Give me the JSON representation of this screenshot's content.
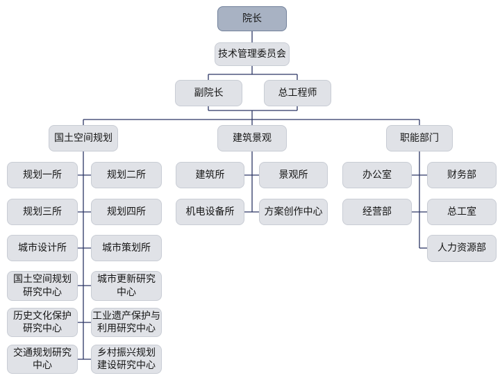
{
  "org": {
    "root": {
      "label": "院长"
    },
    "committee": {
      "label": "技术管理委员会"
    },
    "deputies": [
      "副院长",
      "总工程师"
    ],
    "branches": [
      {
        "label": "国土空间规划",
        "children": [
          "规划一所",
          "规划二所",
          "规划三所",
          "规划四所",
          "城市设计所",
          "城市策划所",
          "国土空间规划\n研究中心",
          "城市更新研究\n中心",
          "历史文化保护\n研究中心",
          "工业遗产保护与\n利用研究中心",
          "交通规划研究\n中心",
          "乡村振兴规划\n建设研究中心"
        ]
      },
      {
        "label": "建筑景观",
        "children": [
          "建筑所",
          "景观所",
          "机电设备所",
          "方案创作中心"
        ]
      },
      {
        "label": "职能部门",
        "children": [
          "办公室",
          "财务部",
          "经营部",
          "总工室",
          "人力资源部"
        ]
      }
    ]
  },
  "colors": {
    "root_fill": "#a8b2c3",
    "root_border": "#71809a",
    "node_fill": "#e0e2e7",
    "node_border": "#c8ccd4",
    "connector_line": "#2b3563",
    "text": "#151515",
    "background": "#ffffff"
  }
}
